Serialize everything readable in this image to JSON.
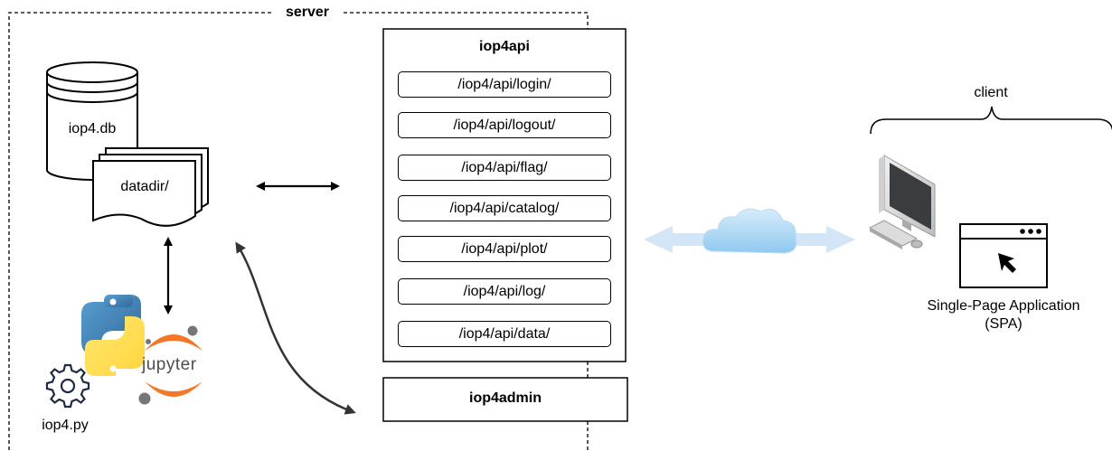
{
  "server": {
    "label": "server"
  },
  "database": {
    "label": "iop4.db"
  },
  "datadir": {
    "label": "datadir/"
  },
  "script": {
    "label": "iop4.py"
  },
  "jupyter": {
    "label": "jupyter"
  },
  "api": {
    "title": "iop4api",
    "endpoints": [
      "/iop4/api/login/",
      "/iop4/api/logout/",
      "/iop4/api/flag/",
      "/iop4/api/catalog/",
      "/iop4/api/plot/",
      "/iop4/api/log/",
      "/iop4/api/data/"
    ]
  },
  "admin": {
    "title": "iop4admin"
  },
  "client": {
    "label": "client",
    "spa_line1": "Single-Page Application",
    "spa_line2": "(SPA)"
  },
  "icons": [
    "database-icon",
    "documents-icon",
    "python-logo-icon",
    "jupyter-logo-icon",
    "gear-icon",
    "cloud-icon",
    "desktop-computer-icon",
    "browser-window-icon",
    "cursor-icon"
  ],
  "colors": {
    "cloud": "#9fd2f3",
    "arrow_light": "#cfe4f7",
    "python_blue": "#3b77a8",
    "python_yellow": "#ffd342",
    "jupyter_orange": "#f37726",
    "jupyter_gray": "#767677"
  }
}
